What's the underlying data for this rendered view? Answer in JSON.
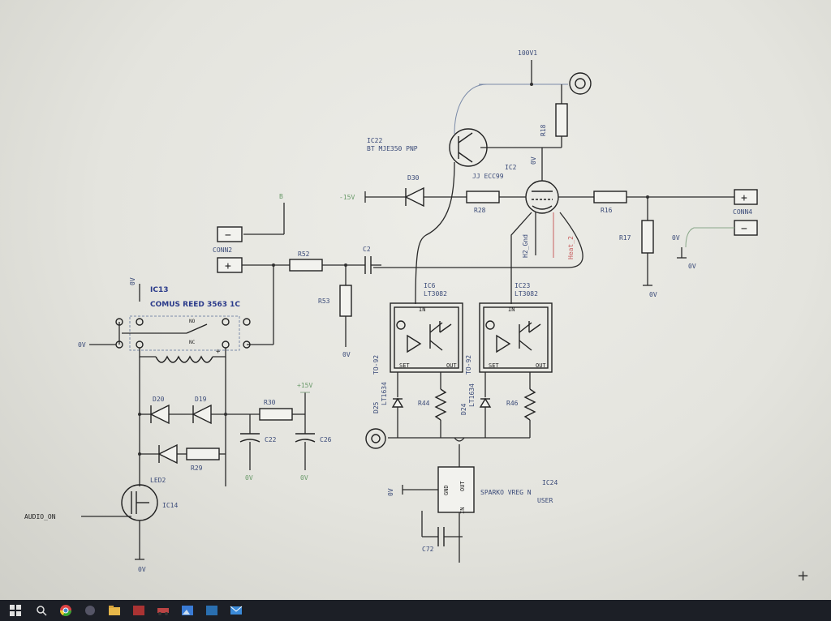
{
  "schematic": {
    "rail_top": "100V1",
    "ic22_line1": "IC22",
    "ic22_line2": "BT MJE350 PNP",
    "ic2_line1": "IC2",
    "ic2_line2": "JJ ECC99",
    "ic2_gnd": "0V",
    "r18": "R18",
    "d30": "D30",
    "r28": "R28",
    "r16": "R16",
    "r17": "R17",
    "conn4": "CONN4",
    "conn4_0v": "0V",
    "conn4_0v_b": "0V",
    "r17_0v": "0V",
    "h2_gnd": "H2_Gnd",
    "heat2": "Heat_2",
    "conn2": "CONN2",
    "r52": "R52",
    "c2": "C2",
    "r53": "R53",
    "r53_0v": "0V",
    "ic13_line1": "IC13",
    "ic13_line2": "COMUS REED 3563 1C",
    "relay_no": "NO",
    "relay_nc": "NC",
    "relay_0v": "0V",
    "relay_0v_top": "0V",
    "ic6_line1": "IC6",
    "ic6_line2": "LT3082",
    "ic23_line1": "IC23",
    "ic23_line2": "LT3082",
    "pin_in": "IN",
    "pin_set": "SET",
    "pin_out": "OUT",
    "to92": "TO-92",
    "d25": "D25",
    "lt1634": "LT1634",
    "r44": "R44",
    "d24": "D24",
    "r46": "R46",
    "d20": "D20",
    "d19": "D19",
    "r30": "R30",
    "c22": "C22",
    "c26": "C26",
    "led2": "LED2",
    "r29": "R29",
    "ic14": "IC14",
    "audio_on": "AUDIO_ON",
    "ic14_0v": "0V",
    "ic24_line1": "IC24",
    "ic24_line2": "SPARKO VREG N",
    "ic24_line3": "USER",
    "ic24_gnd": "GND",
    "ic24_out": "OUT",
    "ic24_in": "IN",
    "ic24_0v": "0V",
    "c72": "C72",
    "c22_0v": "0V",
    "c26_0v": "0V",
    "net_d30": "-15V",
    "net_c26": "+15V",
    "net_small": "B"
  },
  "taskbar": {
    "items": [
      "windows-start",
      "search",
      "chrome",
      "folder",
      "app-red",
      "app-car",
      "app-photos",
      "app-blue",
      "app-mail"
    ]
  }
}
